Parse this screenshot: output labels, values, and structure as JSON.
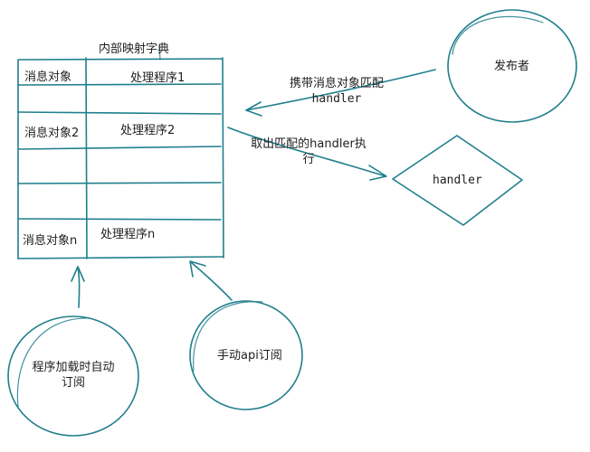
{
  "table": {
    "title": "内部映射字典",
    "rows": [
      {
        "key": "消息对象",
        "value": "处理程序1"
      },
      {
        "key": "消息对象2",
        "value": "处理程序2"
      },
      {
        "key": "消息对象n",
        "value": "处理程序n"
      }
    ]
  },
  "publisher": {
    "label": "发布者"
  },
  "handler_node": {
    "label": "handler"
  },
  "edges": {
    "publish_label_line1": "携带消息对象匹配",
    "publish_label_line2": "handler",
    "execute_label_line1": "取出匹配的handler执",
    "execute_label_line2": "行"
  },
  "subscribers": {
    "auto_line1": "程序加载时自动",
    "auto_line2": "订阅",
    "manual": "手动api订阅"
  },
  "colors": {
    "stroke": "#1f7f8c",
    "text": "#1e1e1e",
    "background": "#ffffff"
  }
}
